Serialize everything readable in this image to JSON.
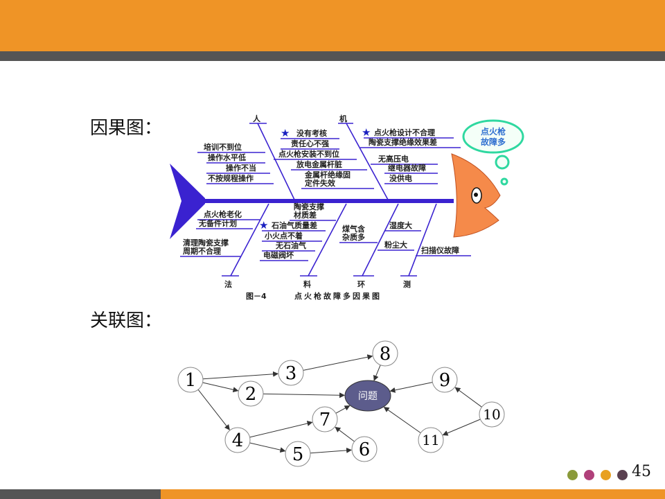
{
  "slide": {
    "page_number": "45",
    "colors": {
      "top_bar": "#ef9426",
      "gray_bar": "#555555",
      "dots": [
        "#8a9a3a",
        "#b0407a",
        "#e8a020",
        "#5a4050"
      ]
    }
  },
  "headings": {
    "cause_effect": "因果图：",
    "relation": "关联图："
  },
  "fishbone": {
    "effect": "点火枪故障多",
    "effect_lines": [
      "点火枪",
      "故障多"
    ],
    "caption_fig": "图－4",
    "caption_title": "点火枪故障多因果图",
    "categories": {
      "person": "人",
      "machine": "机",
      "method": "法",
      "material": "料",
      "environment": "环",
      "measurement": "测"
    },
    "person_causes": [
      "培训不到位",
      "操作水平低",
      "操作不当",
      "不按规程操作",
      "没有考核",
      "责任心不强",
      "点火枪安装不到位",
      "放电金属杆脏",
      "金属杆绝缘固",
      "定件失效"
    ],
    "machine_causes": [
      "点火枪设计不合理",
      "陶瓷支撑绝缘效果差",
      "无高压电",
      "继电器故障",
      "没供电"
    ],
    "method_causes": [
      "点火枪老化",
      "无备件计划",
      "清理陶瓷支撑",
      "周期不合理"
    ],
    "material_causes": [
      "陶瓷支撑",
      "材质差",
      "石油气质量差",
      "小火点不着",
      "无石油气",
      "电磁阀坏"
    ],
    "environment_causes": [
      "煤气含",
      "杂质多",
      "湿度大",
      "粉尘大"
    ],
    "measurement_causes": [
      "扫描仪故障"
    ]
  },
  "relation_graph": {
    "center": "问题",
    "nodes": [
      "1",
      "2",
      "3",
      "4",
      "5",
      "6",
      "7",
      "8",
      "9",
      "10",
      "11"
    ],
    "edges": [
      [
        "1",
        "3"
      ],
      [
        "1",
        "2"
      ],
      [
        "1",
        "4"
      ],
      [
        "3",
        "8"
      ],
      [
        "2",
        "问题"
      ],
      [
        "4",
        "7"
      ],
      [
        "4",
        "5"
      ],
      [
        "5",
        "6"
      ],
      [
        "6",
        "7"
      ],
      [
        "7",
        "问题"
      ],
      [
        "8",
        "问题"
      ],
      [
        "9",
        "问题"
      ],
      [
        "10",
        "9"
      ],
      [
        "10",
        "11"
      ],
      [
        "11",
        "问题"
      ]
    ]
  }
}
